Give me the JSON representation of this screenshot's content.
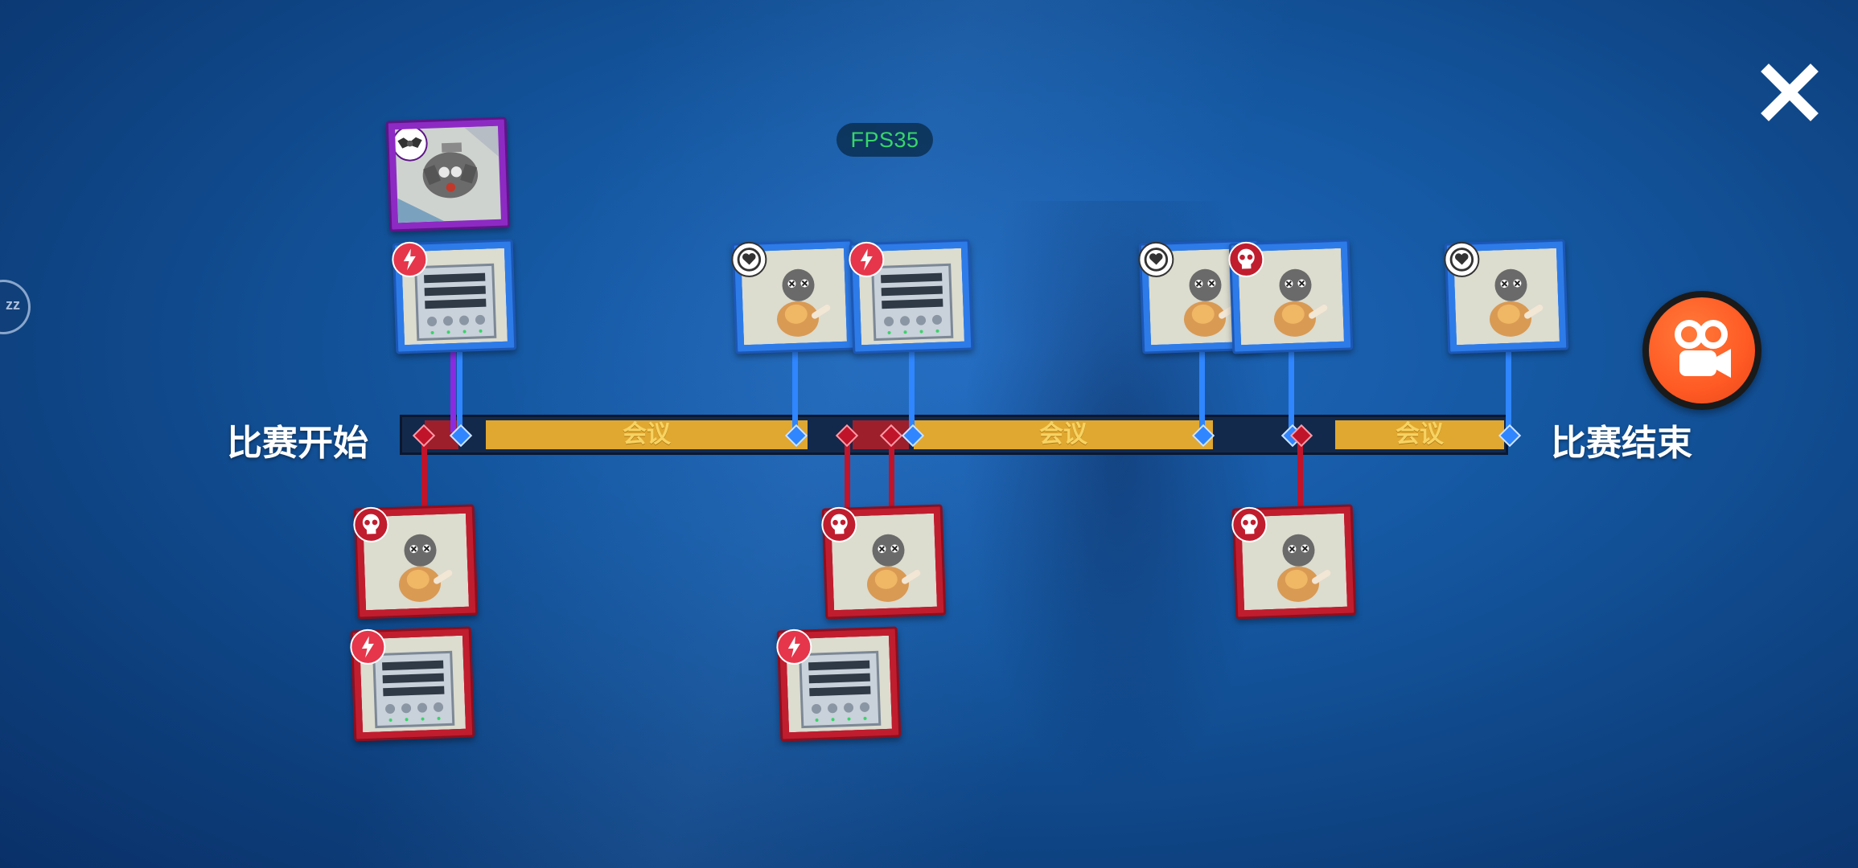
{
  "overlay": {
    "fps": "FPS35",
    "side_tab_text": "zz"
  },
  "timeline": {
    "start_label": "比赛开始",
    "end_label": "比赛结束",
    "meetings": [
      "会议",
      "会议",
      "会议"
    ]
  },
  "events_top": [
    {
      "type": "sabotage-photo",
      "team": "purple",
      "icon": "crewmate-map-icon"
    },
    {
      "type": "power-panel",
      "team": "blue",
      "icon": "lightning-icon"
    },
    {
      "type": "body-found",
      "team": "blue",
      "icon": "heart-icon"
    },
    {
      "type": "power-panel",
      "team": "blue",
      "icon": "lightning-icon"
    },
    {
      "type": "body-found",
      "team": "blue",
      "icon": "heart-icon"
    },
    {
      "type": "kill",
      "team": "blue",
      "icon": "skull-icon"
    },
    {
      "type": "body-found",
      "team": "blue",
      "icon": "heart-icon"
    }
  ],
  "events_bottom": [
    {
      "type": "kill",
      "team": "red",
      "icon": "skull-icon"
    },
    {
      "type": "power-panel",
      "team": "red",
      "icon": "lightning-icon"
    },
    {
      "type": "kill",
      "team": "red",
      "icon": "skull-icon"
    },
    {
      "type": "power-panel",
      "team": "red",
      "icon": "lightning-icon"
    },
    {
      "type": "kill",
      "team": "red",
      "icon": "skull-icon"
    }
  ],
  "colors": {
    "blue_team": "#2d7be8",
    "red_team": "#c01d2f",
    "purple_team": "#8d2ac4",
    "meeting": "#e0a830",
    "fps_text": "#37d66a"
  },
  "icons": {
    "close": "close-icon",
    "camera": "video-camera-icon"
  }
}
